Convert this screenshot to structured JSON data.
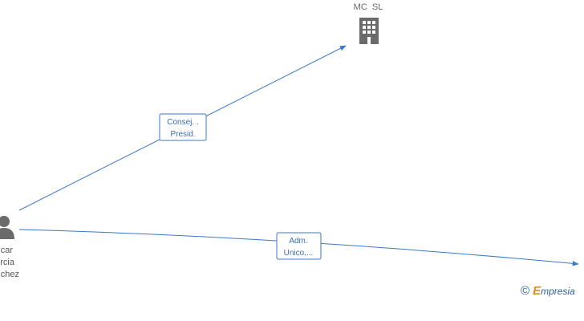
{
  "company": {
    "name": "MC  SL",
    "icon": "building-icon",
    "color": "#6b6b6b"
  },
  "person": {
    "lines": [
      "car",
      "rcia",
      "chez"
    ],
    "icon": "person-icon",
    "color": "#6b6b6b"
  },
  "edges": [
    {
      "label_lines": [
        "Consej. .",
        "Presid."
      ]
    },
    {
      "label_lines": [
        "Adm.",
        "Unico,..."
      ]
    }
  ],
  "colors": {
    "edge": "#3a78c8",
    "label_text": "#3a6fb5",
    "watermark": "#2b5fa0",
    "watermark_accent": "#e08a1e"
  },
  "watermark": {
    "symbol": "©",
    "initial": "E",
    "rest": "mpresia"
  }
}
